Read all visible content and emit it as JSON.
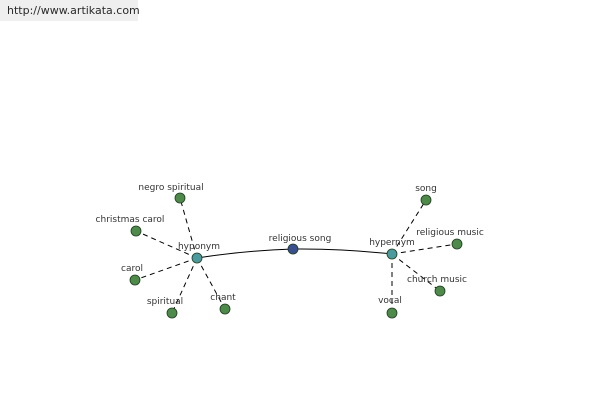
{
  "site_url": "http://www.artikata.com",
  "colors": {
    "leaf": "#4e8a4a",
    "hub": "#4a9a9e",
    "center": "#3a4f8e",
    "edge": "#000000",
    "label": "#333333"
  },
  "graph": {
    "center": {
      "id": "center",
      "label": "religious song"
    },
    "hubs": [
      {
        "id": "hyponym",
        "label": "hyponym"
      },
      {
        "id": "hypernym",
        "label": "hypernym"
      }
    ],
    "leaves": [
      {
        "id": "negro-spiritual",
        "label": "negro spiritual",
        "hub": "hyponym"
      },
      {
        "id": "christmas-carol",
        "label": "christmas carol",
        "hub": "hyponym"
      },
      {
        "id": "carol",
        "label": "carol",
        "hub": "hyponym"
      },
      {
        "id": "spiritual",
        "label": "spiritual",
        "hub": "hyponym"
      },
      {
        "id": "chant",
        "label": "chant",
        "hub": "hyponym"
      },
      {
        "id": "song",
        "label": "song",
        "hub": "hypernym"
      },
      {
        "id": "religious-music",
        "label": "religious music",
        "hub": "hypernym"
      },
      {
        "id": "church-music",
        "label": "church music",
        "hub": "hypernym"
      },
      {
        "id": "vocal",
        "label": "vocal",
        "hub": "hypernym"
      }
    ]
  }
}
